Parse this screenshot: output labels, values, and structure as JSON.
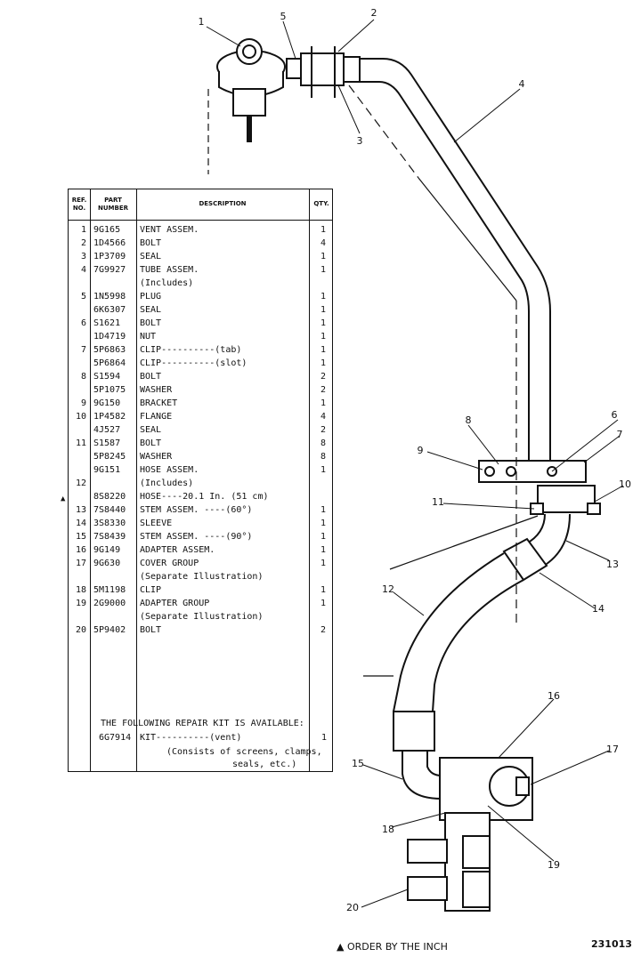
{
  "table": {
    "headers": {
      "ref": "REF. NO.",
      "part": "PART NUMBER",
      "desc": "DESCRIPTION",
      "qty": "QTY."
    },
    "rows": [
      {
        "ref": "1",
        "part": "9G165",
        "desc": "VENT ASSEM.",
        "qty": "1"
      },
      {
        "ref": "2",
        "part": "1D4566",
        "desc": "BOLT",
        "qty": "4"
      },
      {
        "ref": "3",
        "part": "1P3709",
        "desc": "SEAL",
        "qty": "1"
      },
      {
        "ref": "4",
        "part": "7G9927",
        "desc": "TUBE ASSEM.",
        "qty": "1"
      },
      {
        "ref": "",
        "part": "",
        "desc": "(Includes)",
        "qty": ""
      },
      {
        "ref": "5",
        "part": "1N5998",
        "desc": "PLUG",
        "qty": "1"
      },
      {
        "ref": "",
        "part": "6K6307",
        "desc": "SEAL",
        "qty": "1"
      },
      {
        "ref": "6",
        "part": "S1621",
        "desc": "BOLT",
        "qty": "1"
      },
      {
        "ref": "",
        "part": "1D4719",
        "desc": "NUT",
        "qty": "1"
      },
      {
        "ref": "7",
        "part": "5P6863",
        "desc": "CLIP----------(tab)",
        "qty": "1"
      },
      {
        "ref": "",
        "part": "5P6864",
        "desc": "CLIP----------(slot)",
        "qty": "1"
      },
      {
        "ref": "8",
        "part": "S1594",
        "desc": "BOLT",
        "qty": "2"
      },
      {
        "ref": "",
        "part": "5P1075",
        "desc": "WASHER",
        "qty": "2"
      },
      {
        "ref": "9",
        "part": "9G150",
        "desc": "BRACKET",
        "qty": "1"
      },
      {
        "ref": "10",
        "part": "1P4582",
        "desc": "FLANGE",
        "qty": "4"
      },
      {
        "ref": "",
        "part": "4J527",
        "desc": "SEAL",
        "qty": "2"
      },
      {
        "ref": "11",
        "part": "S1587",
        "desc": "BOLT",
        "qty": "8"
      },
      {
        "ref": "",
        "part": "5P8245",
        "desc": "WASHER",
        "qty": "8"
      },
      {
        "ref": "",
        "part": "9G151",
        "desc": "HOSE ASSEM.",
        "qty": "1"
      },
      {
        "ref": "12",
        "part": "",
        "desc": "(Includes)",
        "qty": ""
      },
      {
        "ref": "",
        "part": "8S8220",
        "desc": "HOSE----20.1 In. (51 cm)",
        "qty": ""
      },
      {
        "ref": "13",
        "part": "7S8440",
        "desc": "STEM ASSEM. ----(60°)",
        "qty": "1"
      },
      {
        "ref": "14",
        "part": "3S8330",
        "desc": "SLEEVE",
        "qty": "1"
      },
      {
        "ref": "15",
        "part": "7S8439",
        "desc": "STEM ASSEM. ----(90°)",
        "qty": "1"
      },
      {
        "ref": "16",
        "part": "9G149",
        "desc": "ADAPTER ASSEM.",
        "qty": "1"
      },
      {
        "ref": "17",
        "part": "9G630",
        "desc": "COVER GROUP",
        "qty": "1"
      },
      {
        "ref": "",
        "part": "",
        "desc": "(Separate Illustration)",
        "qty": ""
      },
      {
        "ref": "18",
        "part": "5M1198",
        "desc": "CLIP",
        "qty": "1"
      },
      {
        "ref": "19",
        "part": "2G9000",
        "desc": "ADAPTER GROUP",
        "qty": "1"
      },
      {
        "ref": "",
        "part": "",
        "desc": "(Separate Illustration)",
        "qty": ""
      },
      {
        "ref": "20",
        "part": "5P9402",
        "desc": "BOLT",
        "qty": "2"
      }
    ],
    "kit_heading": "THE FOLLOWING REPAIR KIT IS AVAILABLE:",
    "kit": {
      "part": "6G7914",
      "desc": "KIT----------(vent)",
      "qty": "1"
    },
    "kit_note_1": "(Consists of screens, clamps,",
    "kit_note_2": "seals, etc.)"
  },
  "callouts": [
    "1",
    "2",
    "3",
    "4",
    "5",
    "6",
    "7",
    "8",
    "9",
    "10",
    "11",
    "12",
    "13",
    "14",
    "15",
    "16",
    "17",
    "18",
    "19",
    "20"
  ],
  "order_note": "▲ ORDER BY THE INCH",
  "triangle_mark": "▲",
  "illustration_number": "231013"
}
